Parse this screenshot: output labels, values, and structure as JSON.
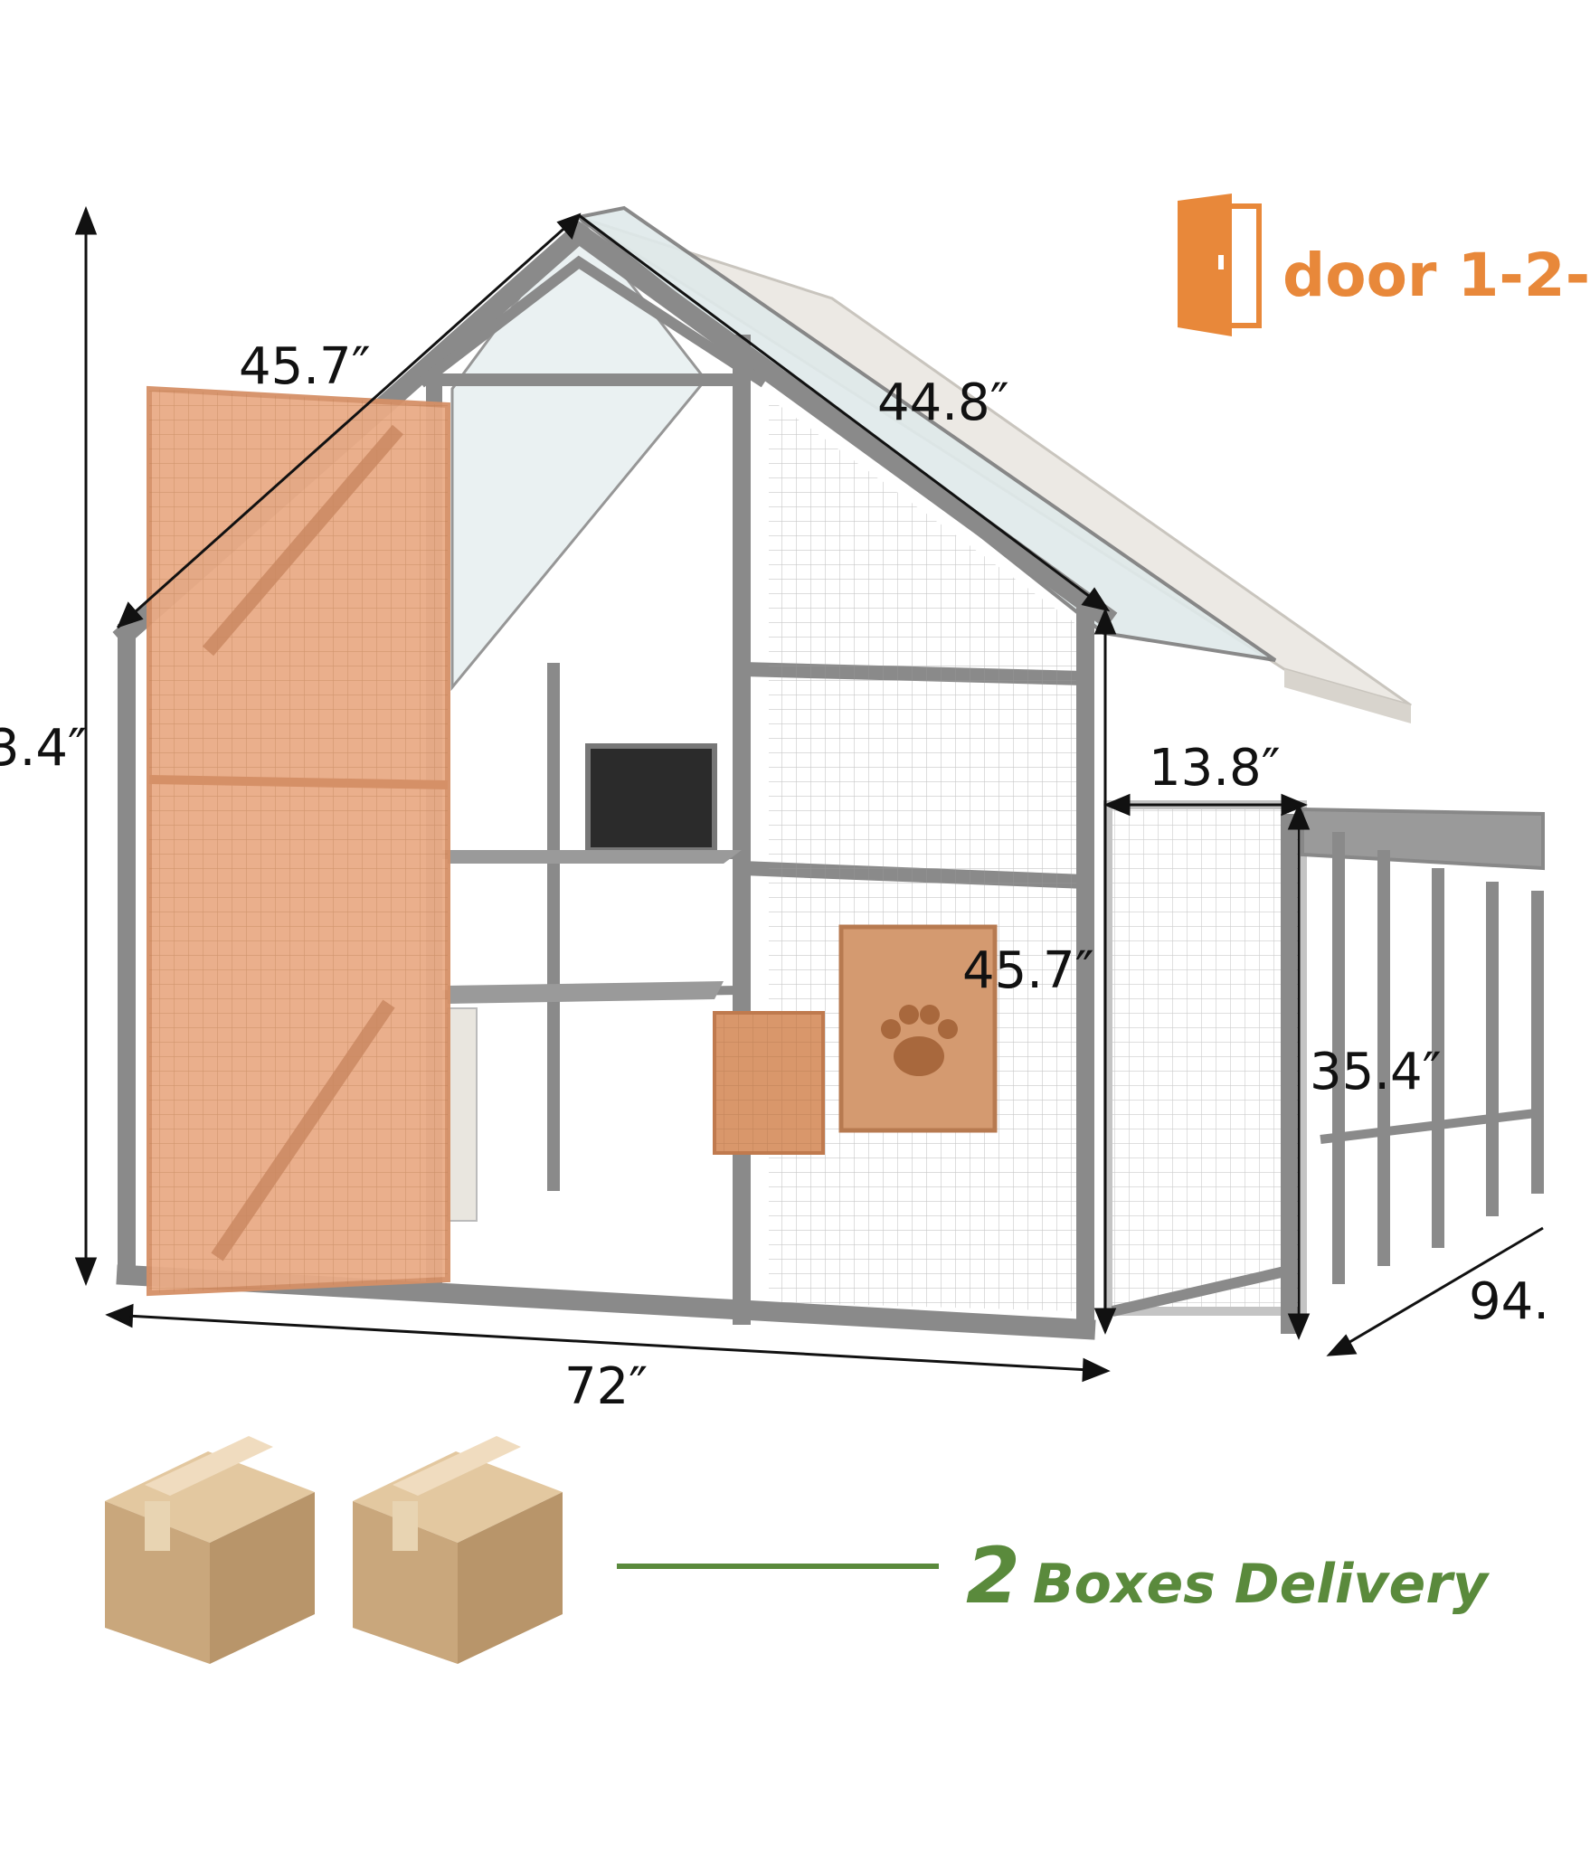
{
  "dimensions": {
    "height_total": "3.4″",
    "roof_left": "45.7″",
    "roof_right": "44.8″",
    "width": "72″",
    "tunnel_width": "13.8″",
    "side_height": "45.7″",
    "tunnel_height": "35.4″",
    "depth": "94."
  },
  "door": {
    "label": "door 1-2-",
    "icon": "door-icon"
  },
  "delivery": {
    "count": "2",
    "text": "Boxes Delivery",
    "icon": "cardboard-box-icon"
  },
  "colors": {
    "accent_orange": "#e8883a",
    "frame_gray": "#8a8a8a",
    "delivery_green": "#5a8a3c",
    "box_tan": "#d2b48c"
  }
}
